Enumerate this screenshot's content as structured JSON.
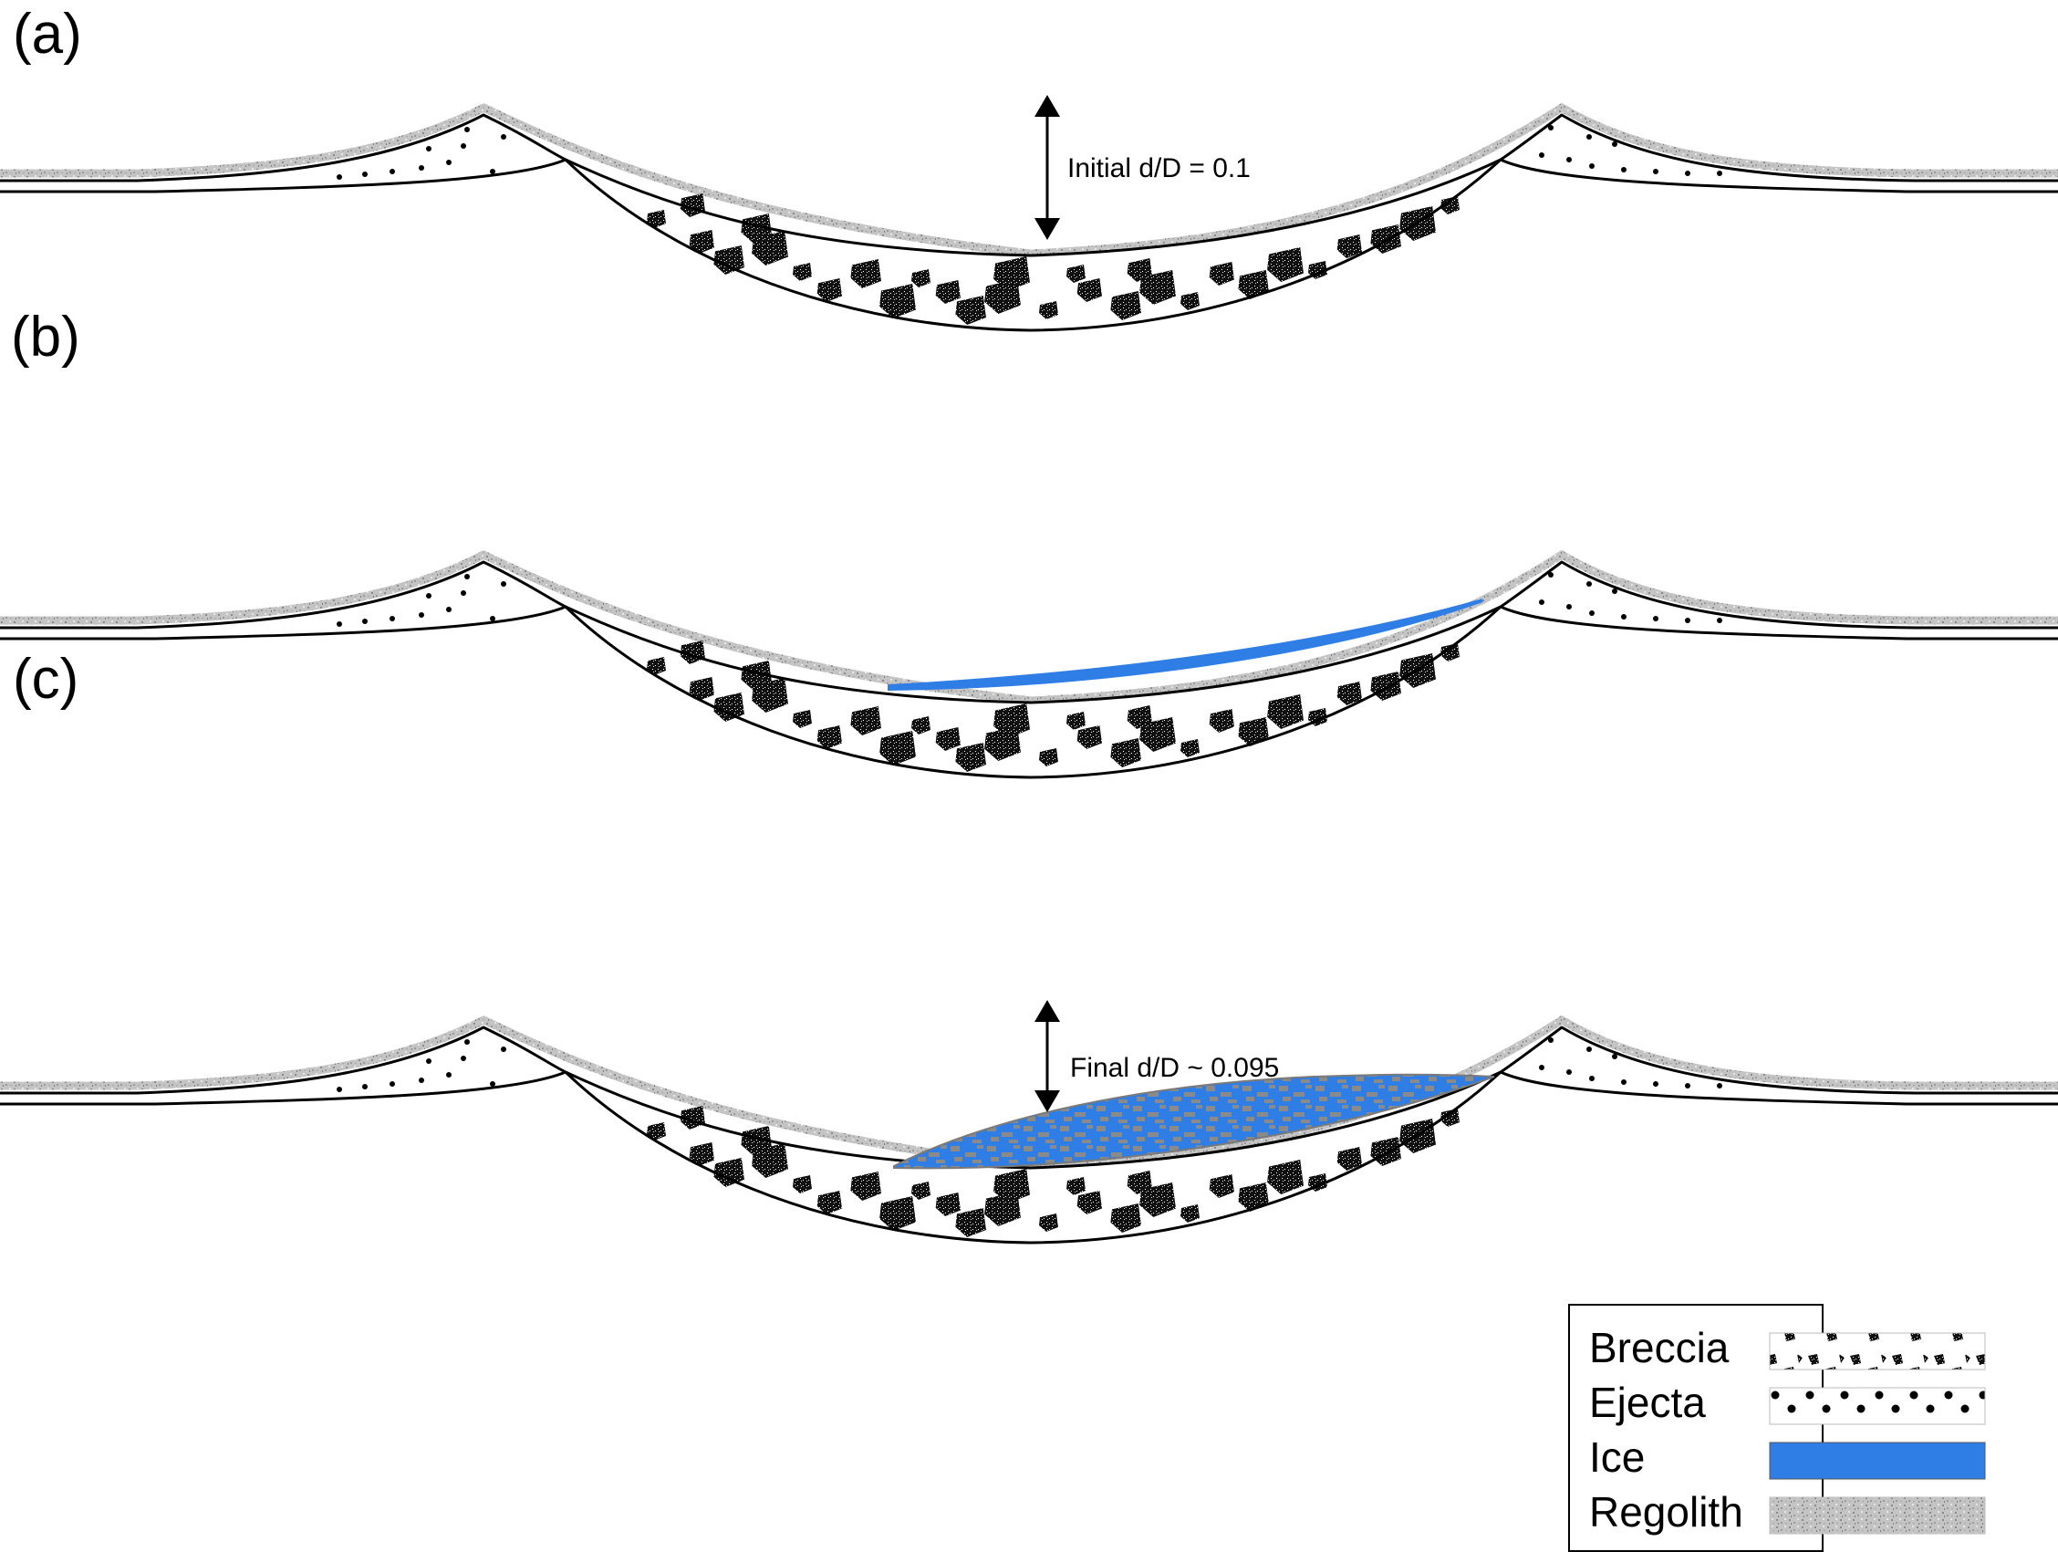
{
  "panels": [
    {
      "label": "(a)",
      "annotation": "Initial d/D = 0.1",
      "has_ice": false,
      "has_mixed_fill": false
    },
    {
      "label": "(b)",
      "annotation": "",
      "has_ice": true,
      "has_mixed_fill": false
    },
    {
      "label": "(c)",
      "annotation": "Final d/D ~ 0.095",
      "has_ice": false,
      "has_mixed_fill": true
    }
  ],
  "legend": {
    "items": [
      {
        "label": "Breccia",
        "pattern": "breccia"
      },
      {
        "label": "Ejecta",
        "pattern": "ejecta"
      },
      {
        "label": "Ice",
        "pattern": "ice"
      },
      {
        "label": "Regolith",
        "pattern": "regolith"
      }
    ]
  },
  "colors": {
    "ice": "#2f7ee6",
    "regolith": "#b0b0b0",
    "outline": "#000000",
    "mixed_gray": "#8a8a8a"
  }
}
